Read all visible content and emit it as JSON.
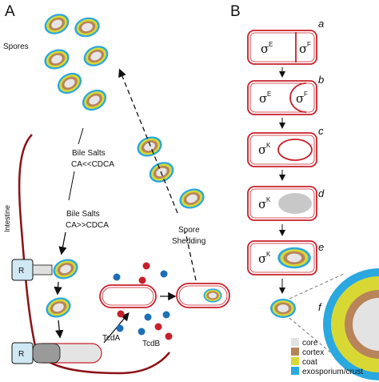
{
  "panels": {
    "a_letter": "A",
    "b_letter": "B"
  },
  "panel_a": {
    "spores_label": "Spores",
    "bile_top_1": "Bile Salts",
    "bile_top_2": "CA<<CDCA",
    "bile_bottom_1": "Bile Salts",
    "bile_bottom_2": "CA>>CDCA",
    "intestine_label": "Intestine",
    "receptor_label": "R",
    "spore_shedding_1": "Spore",
    "spore_shedding_2": "Shedding",
    "toxin_a": "TcdA",
    "toxin_b": "TcdB"
  },
  "panel_b": {
    "steps": [
      "a",
      "b",
      "c",
      "d",
      "e",
      "f"
    ],
    "sigma": "σ",
    "sup_e": "E",
    "sup_f": "F",
    "sup_k": "K",
    "legend": [
      {
        "label": "core",
        "color": "#e3e3e3"
      },
      {
        "label": "cortex",
        "color": "#b8845a"
      },
      {
        "label": "coat",
        "color": "#d8d834"
      },
      {
        "label": "exosporium/crust",
        "color": "#2aa8e0"
      }
    ]
  },
  "colors": {
    "outline_red": "#c8202a",
    "intestine": "#8c1116",
    "receptor_fill": "#cfe8f4",
    "toxin_red": "#c8202a",
    "toxin_blue": "#1f6fb5",
    "forespore_grey": "#c8c8c8"
  }
}
